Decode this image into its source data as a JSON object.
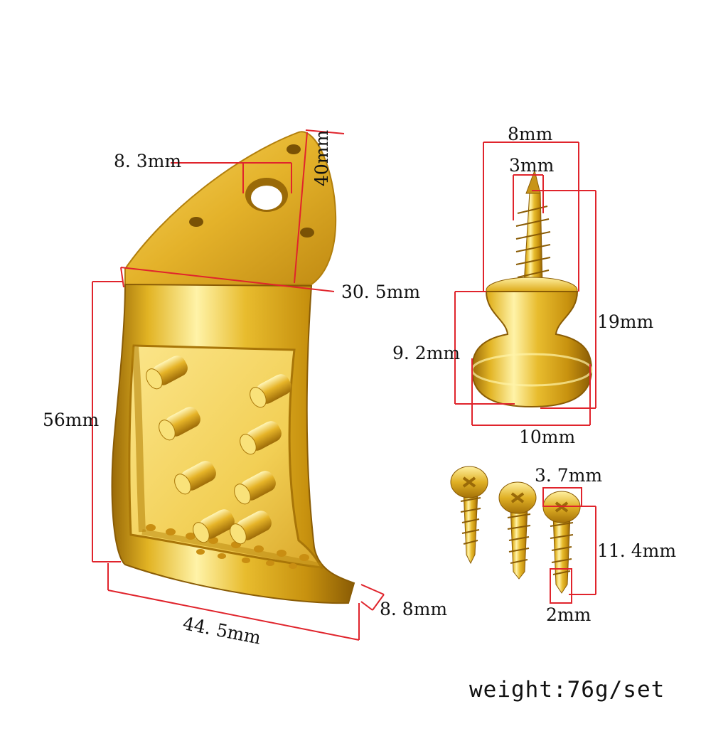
{
  "image": {
    "subject": "tailpiece-set",
    "colors": {
      "gold_light": "#fff3a8",
      "gold_mid": "#e2b424",
      "gold_dark": "#9a6a08",
      "dim_line": "#e0242c"
    },
    "labels": {
      "hole_dia": "8. 3mm",
      "top_height": "40mm",
      "top_width": "30. 5mm",
      "body_height": "56mm",
      "bottom_width": "44. 5mm",
      "depth": "8. 8mm",
      "pin_outer_dia": "8mm",
      "pin_inner_dia": "3mm",
      "pin_total_len": "19mm",
      "pin_head_len": "9. 2mm",
      "pin_base_dia": "10mm",
      "screw_head_dia": "3. 7mm",
      "screw_len": "11. 4mm",
      "screw_shank_dia": "2mm"
    },
    "weight_text": "weight:76g/set"
  }
}
